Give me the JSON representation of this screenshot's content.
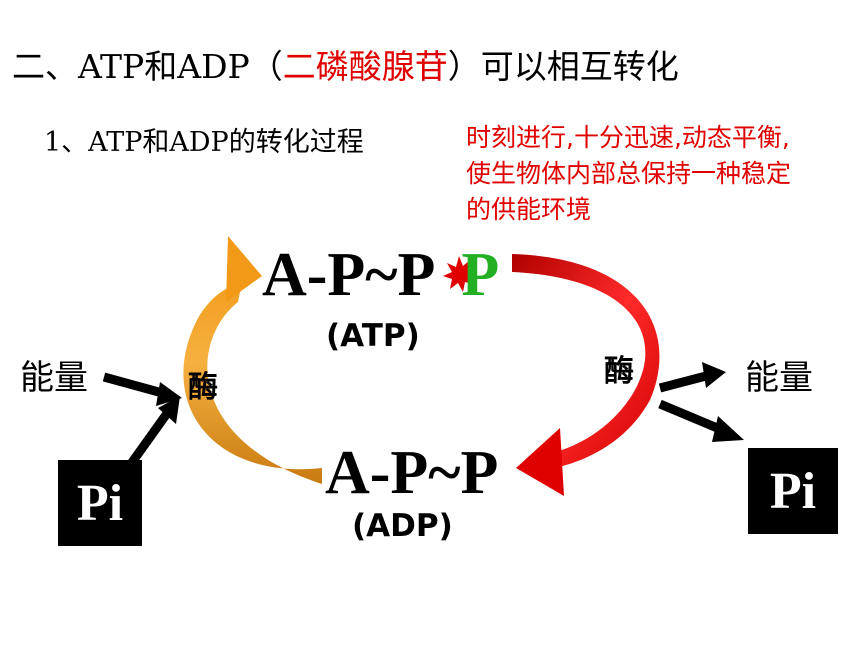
{
  "heading": {
    "before": "二、ATP和ADP（",
    "highlight": "二磷酸腺苷",
    "after": "）可以相互转化"
  },
  "subheading": "1、ATP和ADP的转化过程",
  "note": "时刻进行,十分迅速,动态平衡,使生物体内部总保持一种稳定的供能环境",
  "atp": {
    "formula": "A-P~P",
    "terminal": "P",
    "label": "(ATP)"
  },
  "adp": {
    "formula": "A-P~P",
    "label": "(ADP)"
  },
  "energy_left": "能量",
  "energy_right": "能量",
  "enzyme_left": "酶",
  "enzyme_right": "酶",
  "pi_left": "Pi",
  "pi_right": "Pi",
  "colors": {
    "highlight_red": "#e00000",
    "terminal_green": "#22b022",
    "synthesis_arrow": "#f0a020",
    "hydrolysis_arrow": "#e00000"
  }
}
